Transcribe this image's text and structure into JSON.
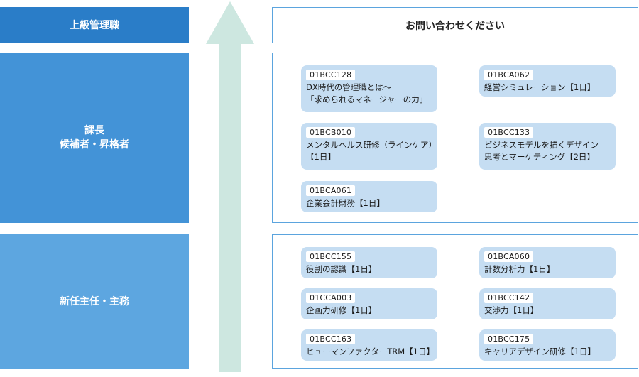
{
  "levels": [
    {
      "lines": [
        "上級管理職"
      ]
    },
    {
      "lines": [
        "課長",
        "候補者・昇格者"
      ]
    },
    {
      "lines": [
        "新任主任・主務"
      ]
    }
  ],
  "contact_label": "お問い合わせください",
  "arrow_color": "#cde7e0",
  "panel_border_color": "#5ba4de",
  "card_color": "#c5ddf2",
  "groups": [
    {
      "courses": [
        {
          "code": "01BCC128",
          "title_lines": [
            "DX時代の管理職とは〜",
            "「求められるマネージャーの力」"
          ]
        },
        {
          "code": "01BCA062",
          "title_lines": [
            "経営シミュレーション【1日】"
          ]
        },
        {
          "code": "01BCB010",
          "title_lines": [
            "メンタルヘルス研修（ラインケア）",
            "【1日】"
          ]
        },
        {
          "code": "01BCC133",
          "title_lines": [
            "ビジネスモデルを描くデザイン",
            "思考とマーケティング【2日】"
          ]
        },
        {
          "code": "01BCA061",
          "title_lines": [
            "企業会計財務【1日】"
          ]
        }
      ]
    },
    {
      "courses": [
        {
          "code": "01BCC155",
          "title_lines": [
            "役割の認識【1日】"
          ]
        },
        {
          "code": "01BCA060",
          "title_lines": [
            "計数分析力【1日】"
          ]
        },
        {
          "code": "01CCA003",
          "title_lines": [
            "企画力研修【1日】"
          ]
        },
        {
          "code": "01BCC142",
          "title_lines": [
            "交渉力【1日】"
          ]
        },
        {
          "code": "01BCC163",
          "title_lines": [
            "ヒューマンファクターTRM【1日】"
          ]
        },
        {
          "code": "01BCC175",
          "title_lines": [
            "キャリアデザイン研修【1日】"
          ]
        }
      ]
    }
  ]
}
